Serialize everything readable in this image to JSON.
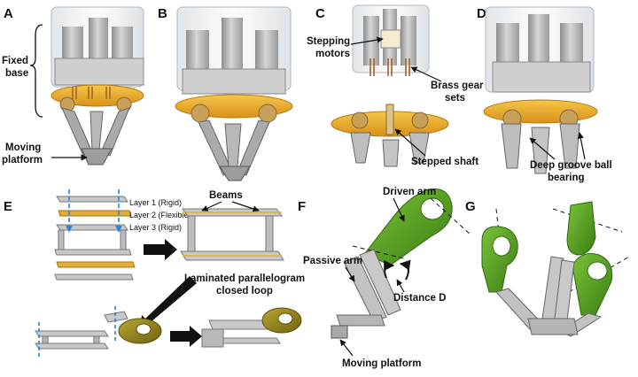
{
  "panels": [
    "A",
    "B",
    "C",
    "D",
    "E",
    "F",
    "G"
  ],
  "labels": {
    "fixed_base_1": "Fixed",
    "fixed_base_2": "base",
    "moving_platform_a_1": "Moving",
    "moving_platform_a_2": "platform",
    "stepping_motors_1": "Stepping",
    "stepping_motors_2": "motors",
    "brass_gear_1": "Brass gear",
    "brass_gear_2": "sets",
    "stepped_shaft": "Stepped shaft",
    "deep_groove_1": "Deep groove ball",
    "deep_groove_2": "bearing",
    "layer1": "Layer 1 (Rigid)",
    "layer2": "Layer 2 (Flexible)",
    "layer3": "Layer 3 (Rigid)",
    "beams": "Beams",
    "laminated_1": "Laminated parallelogram",
    "laminated_2": "closed loop",
    "driven_arm": "Driven arm",
    "passive_arm": "Passive arm",
    "distance_d": "Distance D",
    "moving_platform_f": "Moving platform"
  },
  "colors": {
    "gold": "#e9a92a",
    "green": "#4f9a1e",
    "olive": "#8a7a1a",
    "metal": "#b9b9b9",
    "arrow_blue": "#2e7fd6"
  }
}
